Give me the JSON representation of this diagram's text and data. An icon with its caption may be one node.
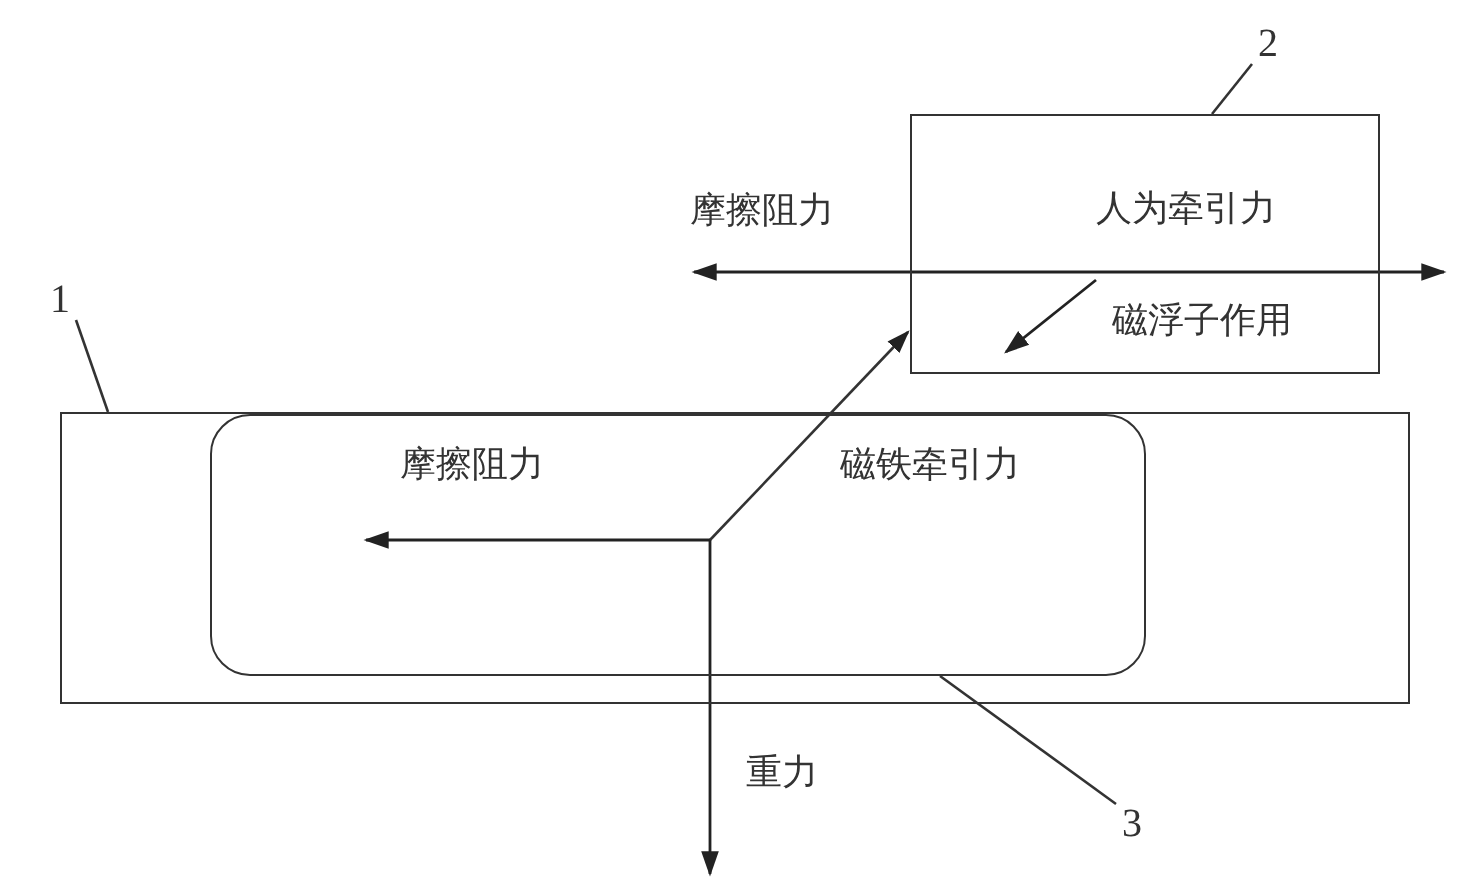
{
  "diagram": {
    "nodes": [
      {
        "text": [
          "1"
        ]
      },
      {
        "text": [],
        "shape": "box"
      },
      {
        "text": [
          "摩擦阻力",
          "磁铁牵引力"
        ],
        "in": 1
      },
      {
        "text": [
          "2"
        ]
      },
      {
        "text": [
          "人为牵引力",
          "磁浮子作用"
        ]
      },
      {
        "text": [
          "3"
        ]
      }
    ],
    "edges": [
      {
        "from": 0,
        "to": 1,
        "arrow": "none"
      },
      {
        "from": 3,
        "to": 4,
        "arrow": "none"
      },
      {
        "from": 5,
        "to": 2,
        "arrow": "none"
      },
      {
        "from": 2,
        "to": 4,
        "arrow": "to"
      }
    ],
    "labels": [
      "摩擦阻力",
      "重力"
    ]
  }
}
